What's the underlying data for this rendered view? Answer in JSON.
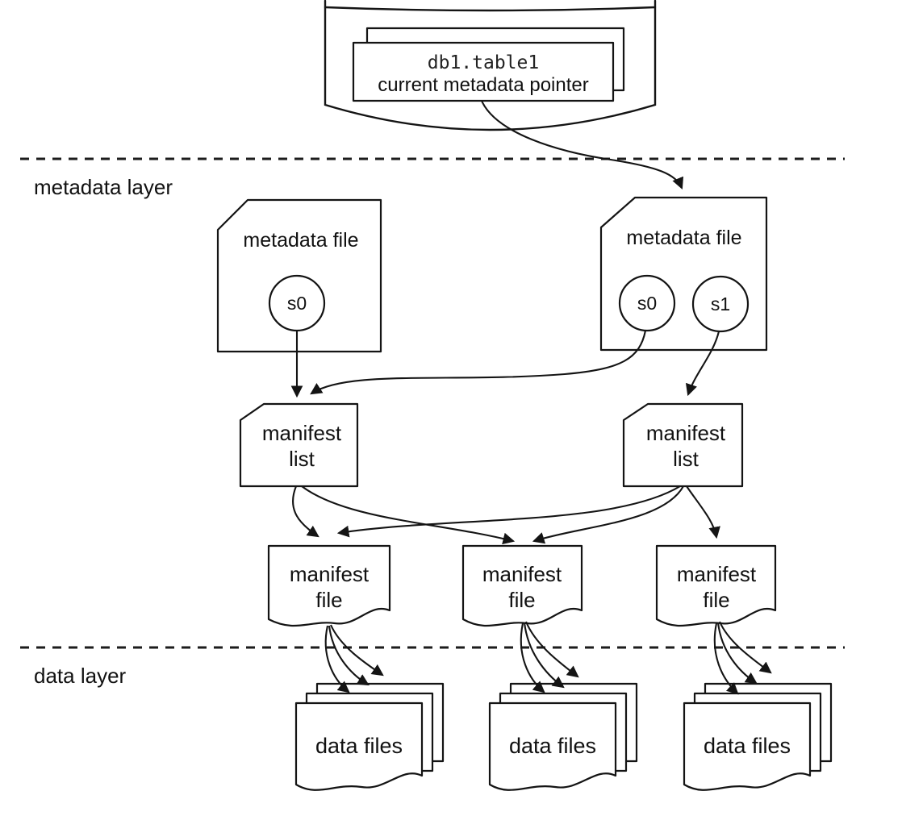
{
  "colors": {
    "line": "#141414",
    "background": "#ffffff"
  },
  "catalog": {
    "table_name": "db1.table1",
    "pointer_label": "current metadata pointer"
  },
  "layer_labels": {
    "metadata": "metadata layer",
    "data": "data layer"
  },
  "metadata_files": [
    {
      "label": "metadata file",
      "snapshots": [
        "s0"
      ]
    },
    {
      "label": "metadata file",
      "snapshots": [
        "s0",
        "s1"
      ]
    }
  ],
  "manifest_lists": [
    {
      "line1": "manifest",
      "line2": "list"
    },
    {
      "line1": "manifest",
      "line2": "list"
    }
  ],
  "manifest_files": [
    {
      "line1": "manifest",
      "line2": "file"
    },
    {
      "line1": "manifest",
      "line2": "file"
    },
    {
      "line1": "manifest",
      "line2": "file"
    }
  ],
  "data_file_stacks": [
    {
      "label": "data files"
    },
    {
      "label": "data files"
    },
    {
      "label": "data files"
    }
  ]
}
